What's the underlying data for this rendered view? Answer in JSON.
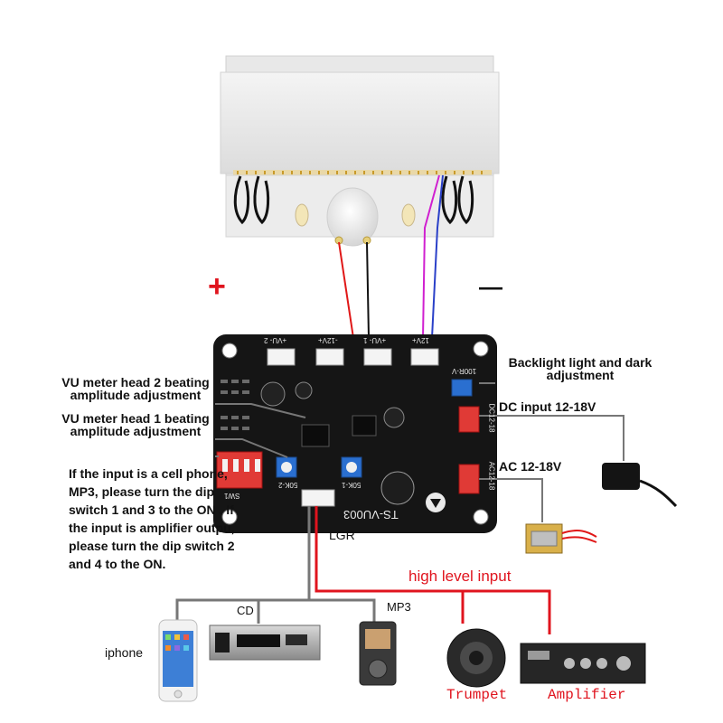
{
  "polarity": {
    "plus": "+",
    "minus": "—"
  },
  "labels": {
    "vu2_line1": "VU meter head 2 beating",
    "vu2_line2": "amplitude adjustment",
    "vu1_line1": "VU meter head 1 beating",
    "vu1_line2": "amplitude adjustment",
    "backlight_line1": "Backlight light and dark",
    "backlight_line2": "adjustment",
    "dc_input": "DC input 12-18V",
    "ac_input": "AC 12-18V",
    "instruction": "If the input is a cell phone, MP3, please turn the dip switch 1 and 3 to the ON . If the input is amplifier outpu, please turn the dip switch 2 and 4 to the ON.",
    "lgr": "LGR",
    "high_level_input": "high level input",
    "cd": "CD",
    "mp3": "MP3",
    "iphone": "iphone",
    "trumpet": "Trumpet",
    "amplifier": "Amplifier"
  },
  "board": {
    "model": "TS-VU003",
    "silkscreen": {
      "jp1": "+VU- 2",
      "jp2": "-12V+",
      "jp3": "+VU- 1",
      "jp4": "12V+",
      "r_backlight": "100R-V",
      "dc_port": "DC12-18",
      "ac_port": "AC12-18",
      "pot2": "50K-2",
      "pot1": "50K-1",
      "sw": "SW1"
    }
  },
  "colors": {
    "high_level_wire": "#e0141e",
    "signal_wire": "#777777",
    "pcb": "#151515",
    "wire_red": "#e01818",
    "wire_black": "#111111",
    "wire_magenta": "#d020d0",
    "wire_blue": "#2a40c8"
  }
}
